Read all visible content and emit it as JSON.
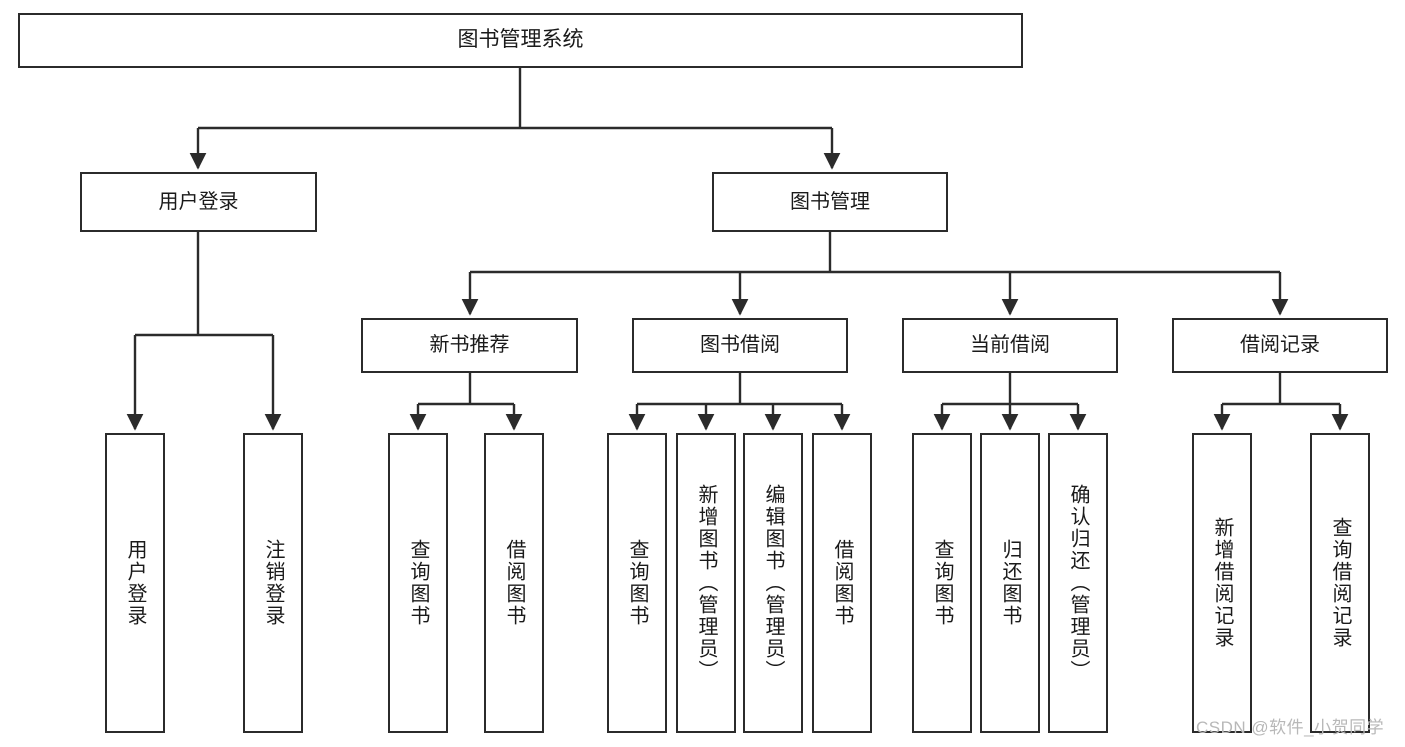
{
  "diagram": {
    "title": "图书管理系统",
    "type": "functional-structure-tree",
    "watermark": "CSDN @软件_小贺同学",
    "colors": {
      "stroke": "#2b2b2b",
      "fill": "#ffffff",
      "text": "#1a1a1a",
      "watermark": "#b8b8b8"
    },
    "nodes": {
      "root": {
        "label": "图书管理系统"
      },
      "level2": [
        {
          "label": "用户登录"
        },
        {
          "label": "图书管理"
        }
      ],
      "level3": [
        {
          "label": "新书推荐"
        },
        {
          "label": "图书借阅"
        },
        {
          "label": "当前借阅"
        },
        {
          "label": "借阅记录"
        }
      ],
      "leaves": {
        "user_login": [
          {
            "label": "用户登录"
          },
          {
            "label": "注销登录"
          }
        ],
        "new_book_recommend": [
          {
            "label": "查询图书"
          },
          {
            "label": "借阅图书"
          }
        ],
        "book_borrow": [
          {
            "label": "查询图书"
          },
          {
            "label": "新增图书（管理员）"
          },
          {
            "label": "编辑图书（管理员）"
          },
          {
            "label": "借阅图书"
          }
        ],
        "current_borrow": [
          {
            "label": "查询图书"
          },
          {
            "label": "归还图书"
          },
          {
            "label": "确认归还（管理员）"
          }
        ],
        "borrow_record": [
          {
            "label": "新增借阅记录"
          },
          {
            "label": "查询借阅记录"
          }
        ]
      }
    }
  }
}
